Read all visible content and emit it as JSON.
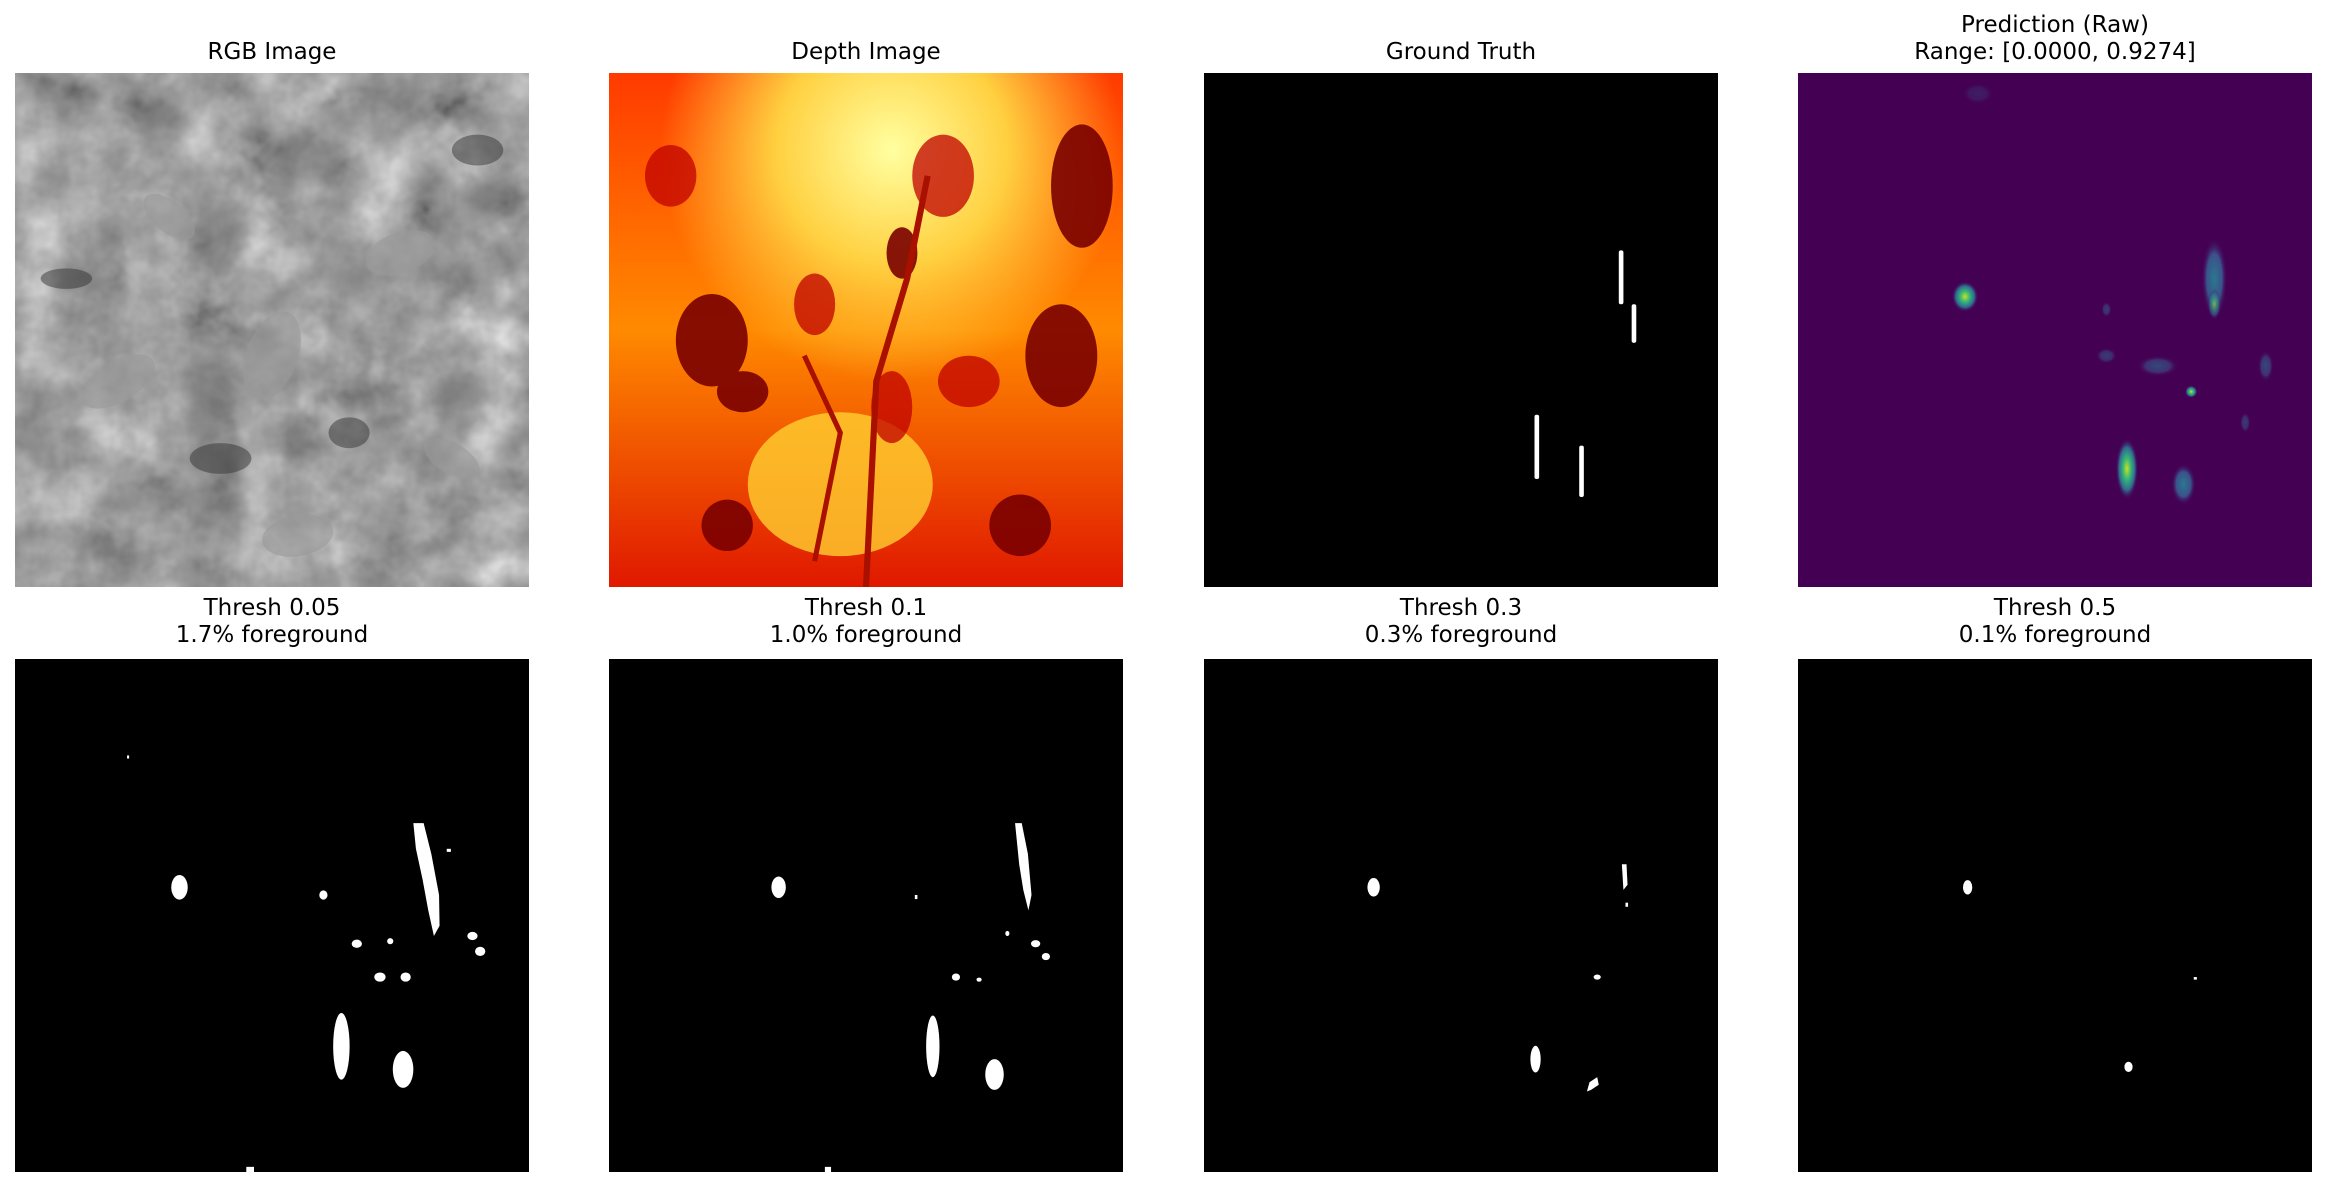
{
  "figure": {
    "panels": [
      {
        "id": "rgb",
        "title": "RGB Image",
        "subtitle": ""
      },
      {
        "id": "depth",
        "title": "Depth Image",
        "subtitle": ""
      },
      {
        "id": "gt",
        "title": "Ground Truth",
        "subtitle": ""
      },
      {
        "id": "pred",
        "title": "Prediction (Raw)",
        "subtitle": "Range: [0.0000, 0.9274]"
      },
      {
        "id": "t005",
        "title": "Thresh 0.05",
        "subtitle": "1.7% foreground"
      },
      {
        "id": "t01",
        "title": "Thresh 0.1",
        "subtitle": "1.0% foreground"
      },
      {
        "id": "t03",
        "title": "Thresh 0.3",
        "subtitle": "0.3% foreground"
      },
      {
        "id": "t05",
        "title": "Thresh 0.5",
        "subtitle": "0.1% foreground"
      }
    ]
  },
  "colors": {
    "background": "#ffffff",
    "mask_background": "#000000",
    "mask_foreground": "#ffffff",
    "viridis_low": "#440154",
    "viridis_mid": "#21918c",
    "viridis_high": "#fde725"
  }
}
